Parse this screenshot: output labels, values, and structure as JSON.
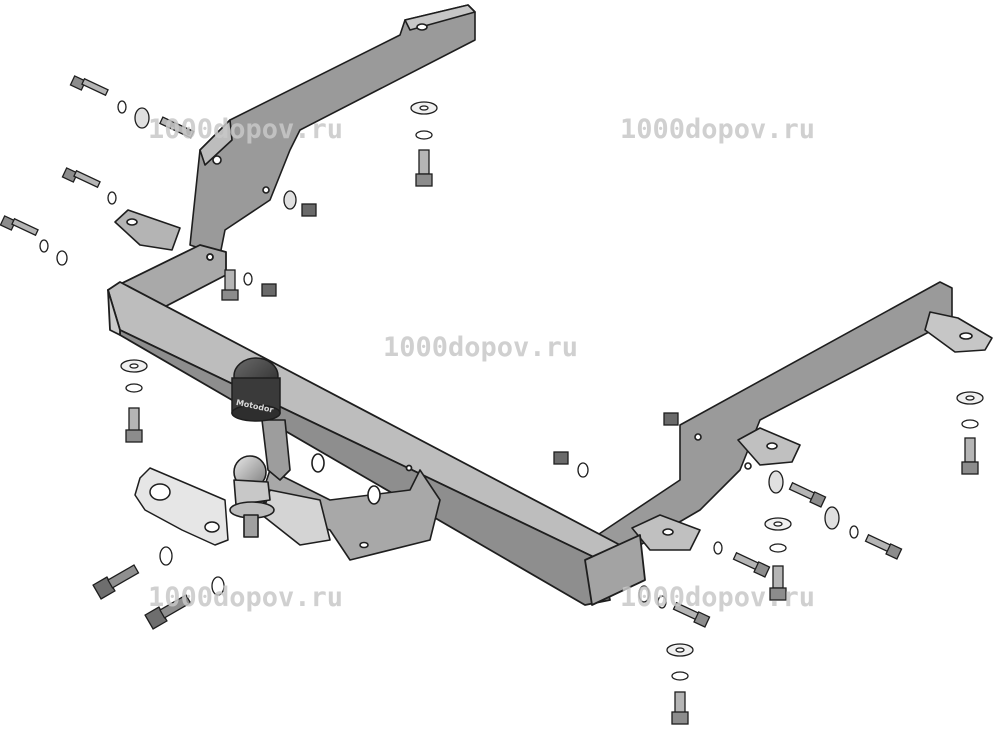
{
  "watermarks": [
    "1000dopov.ru",
    "1000dopov.ru",
    "1000dopov.ru",
    "1000dopov.ru",
    "1000dopov.ru"
  ],
  "ball_logo_text": "Motodor",
  "colors": {
    "steel_light": "#b8b8b8",
    "steel_mid": "#8f8f8f",
    "steel_dark": "#5e5e5e",
    "outline": "#1e1e1e",
    "watermark": "#c8c8c8"
  }
}
